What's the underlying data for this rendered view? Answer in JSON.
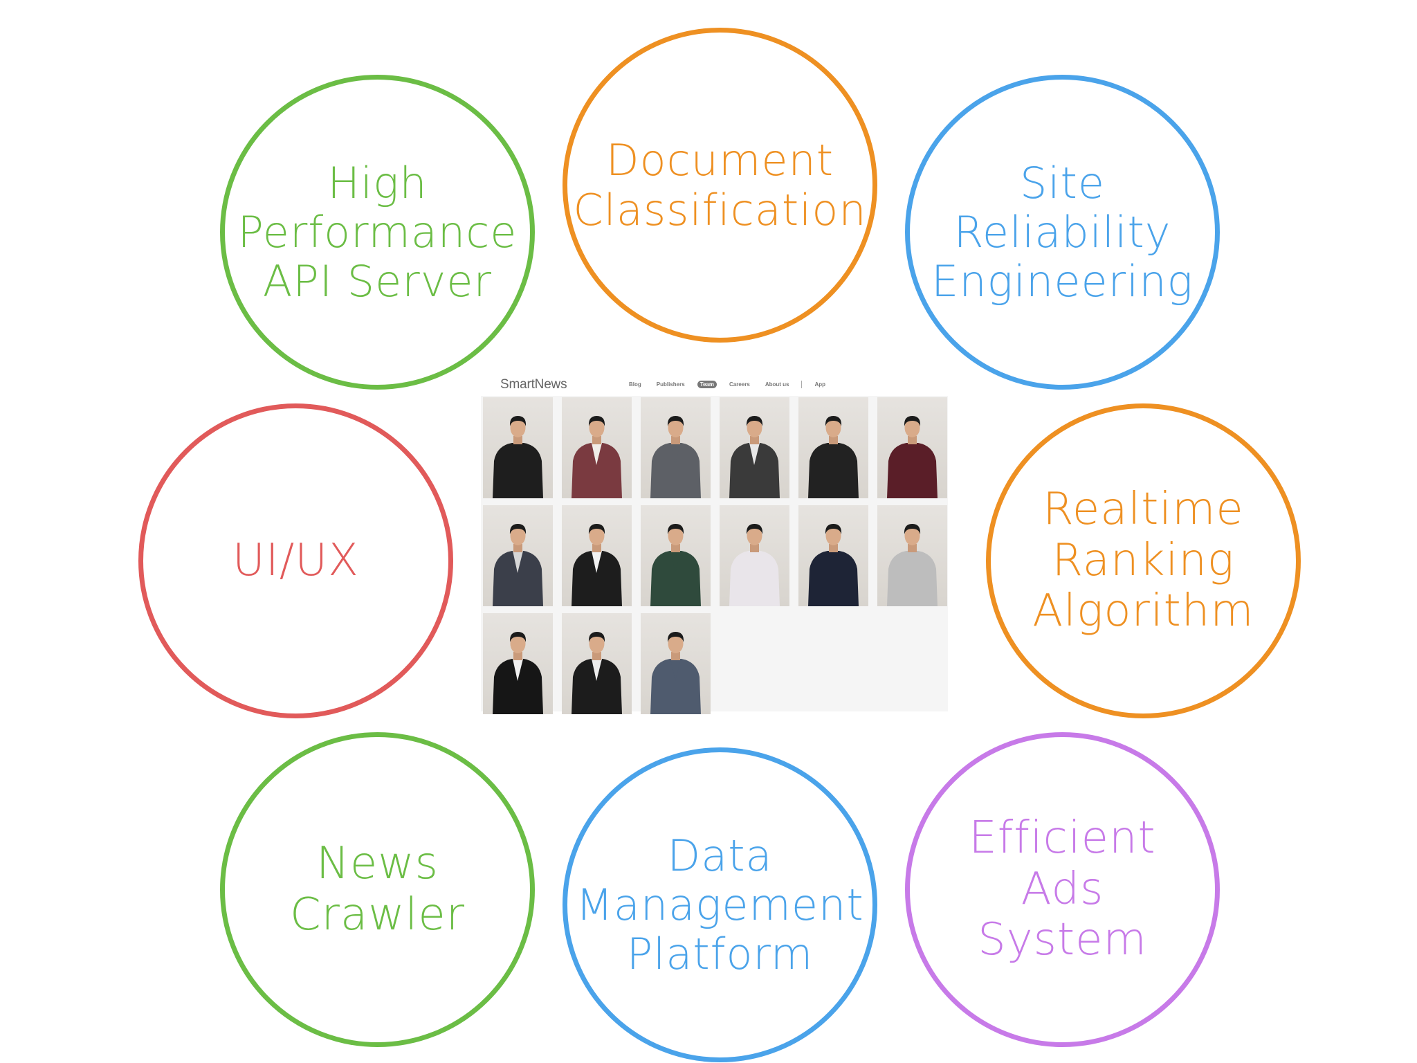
{
  "circles": [
    {
      "id": "high-performance-api-server",
      "label": "High\nPerformance\nAPI Server",
      "color": "#6bbd45"
    },
    {
      "id": "document-classification",
      "label": "Document\nClassification",
      "color": "#ee9022"
    },
    {
      "id": "site-reliability-engineering",
      "label": "Site\nReliability\nEngineering",
      "color": "#4aa3ea"
    },
    {
      "id": "ui-ux",
      "label": "UI/UX",
      "color": "#e15a5a"
    },
    {
      "id": "realtime-ranking-algorithm",
      "label": "Realtime\nRanking\nAlgorithm",
      "color": "#ee9022"
    },
    {
      "id": "news-crawler",
      "label": "News\nCrawler",
      "color": "#6bbd45"
    },
    {
      "id": "data-management-platform",
      "label": "Data\nManagement\nPlatform",
      "color": "#4aa3ea"
    },
    {
      "id": "efficient-ads-system",
      "label": "Efficient\nAds\nSystem",
      "color": "#c77ae8"
    }
  ],
  "screenshot": {
    "logo": "SmartNews",
    "nav": [
      "Blog",
      "Publishers",
      "Team",
      "Careers",
      "About us",
      "App"
    ],
    "active_nav": "Team",
    "people": [
      {
        "shirt": "#1e1e1e",
        "inner": "#1e1e1e"
      },
      {
        "shirt": "#7a3a40",
        "inner": "#f0ede8"
      },
      {
        "shirt": "#5d6066",
        "inner": "#5d6066"
      },
      {
        "shirt": "#3a3a3a",
        "inner": "#e8e8e8"
      },
      {
        "shirt": "#222222",
        "inner": "#222222"
      },
      {
        "shirt": "#5a1e28",
        "inner": "#5a1e28"
      },
      {
        "shirt": "#3b3f4a",
        "inner": "#d7d7d7"
      },
      {
        "shirt": "#1d1d1d",
        "inner": "#f2f2f2"
      },
      {
        "shirt": "#2f4a3c",
        "inner": "#2f4a3c"
      },
      {
        "shirt": "#e9e5ea",
        "inner": "#e9e5ea"
      },
      {
        "shirt": "#1e2436",
        "inner": "#1e2436"
      },
      {
        "shirt": "#bdbdbd",
        "inner": "#bdbdbd"
      },
      {
        "shirt": "#161616",
        "inner": "#f0f0f0"
      },
      {
        "shirt": "#1c1c1c",
        "inner": "#ececec"
      },
      {
        "shirt": "#4f5b6e",
        "inner": "#4f5b6e"
      }
    ]
  }
}
